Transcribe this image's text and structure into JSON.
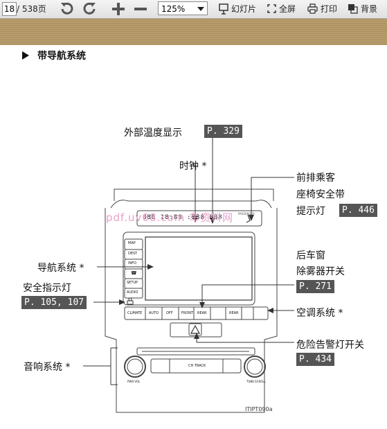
{
  "toolbar": {
    "current_page": "18",
    "page_total": "/ 538页",
    "zoom": "125%",
    "slideshow_label": "幻灯片",
    "fullscreen_label": "全屏",
    "print_label": "打印",
    "background_label": "背景",
    "icons": [
      "undo-icon",
      "redo-icon",
      "zoom-in-icon",
      "zoom-out-icon",
      "slideshow-icon",
      "fullscreen-icon",
      "print-icon",
      "background-icon"
    ]
  },
  "page": {
    "heading": "带导航系统",
    "watermark": "pdf.uv68.com 车资料网",
    "figure_code": "ITIPT090a",
    "callouts": {
      "outside_temp": "外部温度显示",
      "outside_temp_ref": "P. 329",
      "clock": "时钟 *",
      "passenger_line1": "前排乘客",
      "passenger_line2": "座椅安全带",
      "passenger_line3": "提示灯",
      "passenger_ref": "P. 446",
      "nav": "导航系统 *",
      "seatbelt": "安全指示灯",
      "seatbelt_ref": "P. 105, 107",
      "defogger_line1": "后车窗",
      "defogger_line2": "除雾器开关",
      "defogger_ref": "P. 271",
      "ac": "空调系统 *",
      "hazard": "危险告警灯开关",
      "hazard_ref": "P. 434",
      "audio": "音响系统 *"
    },
    "panel": {
      "display_text": "888  18:88  :888  888",
      "passenger_mini": "PASSENGER",
      "buttons": [
        "MAP",
        "DEST",
        "INFO",
        "",
        "SETUP",
        "AUDIO"
      ],
      "climate": [
        "CLIMATE",
        "AUTO",
        "OFF",
        "FRONT",
        "REAR",
        "",
        "",
        "REAR",
        ""
      ],
      "track": "CH TRACK",
      "pwr_vol": "PWR·VOL",
      "tune_scroll": "TUNE·SCROLL"
    }
  }
}
